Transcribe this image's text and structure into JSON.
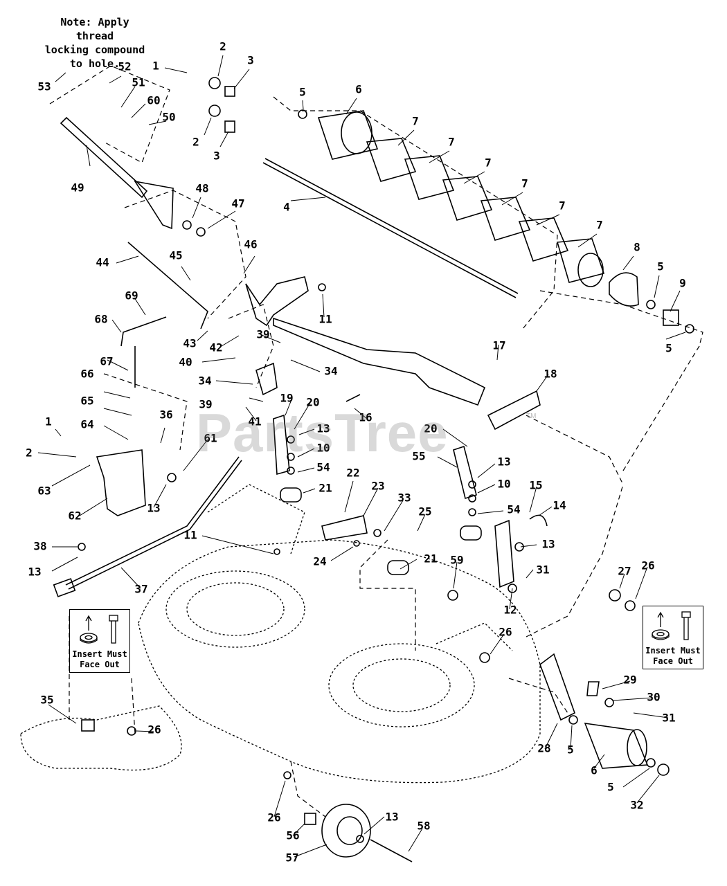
{
  "note": {
    "text": "Note: Apply thread\nlocking compound\nto hole."
  },
  "insets": [
    {
      "caption": "Insert Must\nFace Out"
    },
    {
      "caption": "Insert Must\nFace Out"
    }
  ],
  "watermark": {
    "text": "PartsTree",
    "tm": "TM"
  },
  "callouts": [
    {
      "n": "53"
    },
    {
      "n": "52"
    },
    {
      "n": "51"
    },
    {
      "n": "60"
    },
    {
      "n": "50"
    },
    {
      "n": "1"
    },
    {
      "n": "2"
    },
    {
      "n": "3"
    },
    {
      "n": "2"
    },
    {
      "n": "3"
    },
    {
      "n": "5"
    },
    {
      "n": "6"
    },
    {
      "n": "7"
    },
    {
      "n": "7"
    },
    {
      "n": "7"
    },
    {
      "n": "7"
    },
    {
      "n": "7"
    },
    {
      "n": "7"
    },
    {
      "n": "8"
    },
    {
      "n": "5"
    },
    {
      "n": "9"
    },
    {
      "n": "5"
    },
    {
      "n": "4"
    },
    {
      "n": "49"
    },
    {
      "n": "48"
    },
    {
      "n": "47"
    },
    {
      "n": "44"
    },
    {
      "n": "45"
    },
    {
      "n": "46"
    },
    {
      "n": "11"
    },
    {
      "n": "69"
    },
    {
      "n": "68"
    },
    {
      "n": "43"
    },
    {
      "n": "42"
    },
    {
      "n": "39"
    },
    {
      "n": "40"
    },
    {
      "n": "34"
    },
    {
      "n": "34"
    },
    {
      "n": "39"
    },
    {
      "n": "17"
    },
    {
      "n": "18"
    },
    {
      "n": "67"
    },
    {
      "n": "66"
    },
    {
      "n": "65"
    },
    {
      "n": "64"
    },
    {
      "n": "1"
    },
    {
      "n": "2"
    },
    {
      "n": "63"
    },
    {
      "n": "62"
    },
    {
      "n": "36"
    },
    {
      "n": "13"
    },
    {
      "n": "61"
    },
    {
      "n": "41"
    },
    {
      "n": "19"
    },
    {
      "n": "20"
    },
    {
      "n": "13"
    },
    {
      "n": "10"
    },
    {
      "n": "54"
    },
    {
      "n": "21"
    },
    {
      "n": "16"
    },
    {
      "n": "20"
    },
    {
      "n": "55"
    },
    {
      "n": "13"
    },
    {
      "n": "10"
    },
    {
      "n": "54"
    },
    {
      "n": "22"
    },
    {
      "n": "23"
    },
    {
      "n": "33"
    },
    {
      "n": "15"
    },
    {
      "n": "14"
    },
    {
      "n": "38"
    },
    {
      "n": "13"
    },
    {
      "n": "11"
    },
    {
      "n": "24"
    },
    {
      "n": "25"
    },
    {
      "n": "21"
    },
    {
      "n": "13"
    },
    {
      "n": "31"
    },
    {
      "n": "37"
    },
    {
      "n": "59"
    },
    {
      "n": "12"
    },
    {
      "n": "27"
    },
    {
      "n": "26"
    },
    {
      "n": "26"
    },
    {
      "n": "29"
    },
    {
      "n": "30"
    },
    {
      "n": "31"
    },
    {
      "n": "35"
    },
    {
      "n": "26"
    },
    {
      "n": "28"
    },
    {
      "n": "5"
    },
    {
      "n": "6"
    },
    {
      "n": "5"
    },
    {
      "n": "32"
    },
    {
      "n": "26"
    },
    {
      "n": "13"
    },
    {
      "n": "58"
    },
    {
      "n": "56"
    },
    {
      "n": "57"
    }
  ]
}
